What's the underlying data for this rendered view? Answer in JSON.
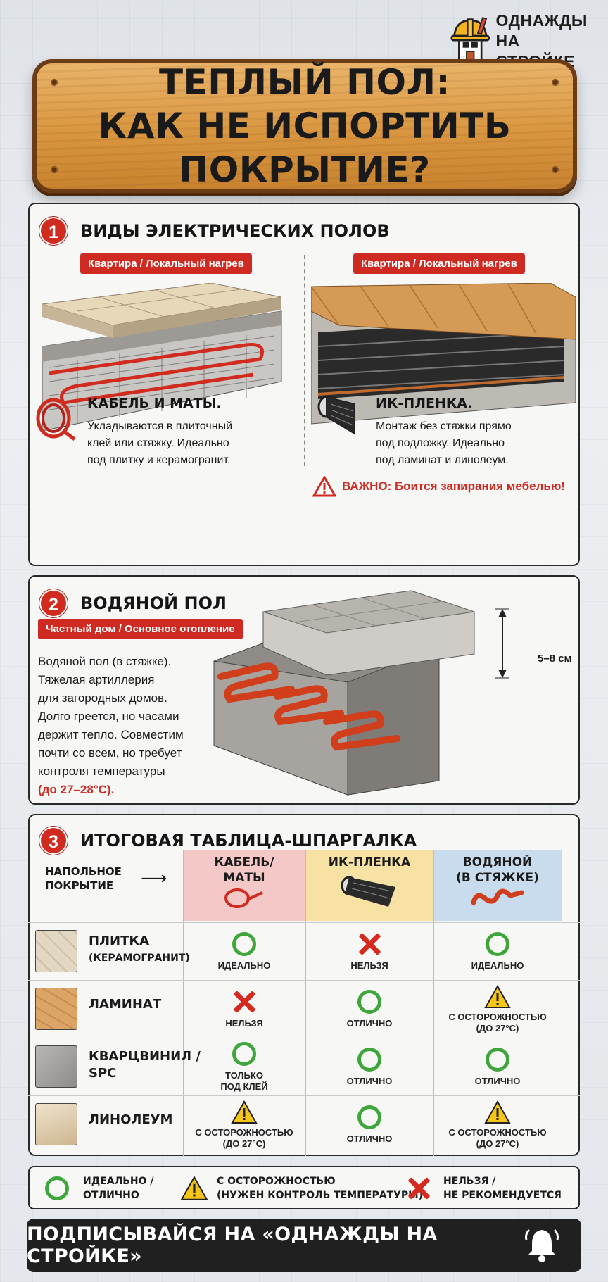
{
  "brand": {
    "line1": "ОДНАЖДЫ",
    "line2": "НА СТРОЙКЕ"
  },
  "header": {
    "title_line1": "ТЕПЛЫЙ ПОЛ:",
    "title_line2": "КАК НЕ ИСПОРТИТЬ ПОКРЫТИЕ?"
  },
  "section1": {
    "number": "1",
    "title": "ВИДЫ ЭЛЕКТРИЧЕСКИХ ПОЛОВ",
    "left": {
      "tag": "Квартира / Локальный нагрев",
      "title": "КАБЕЛЬ И МАТЫ.",
      "text": [
        "Укладываются в плиточный",
        "клей или стяжку. Идеально",
        "под плитку и керамогранит."
      ]
    },
    "right": {
      "tag": "Квартира / Локальный нагрев",
      "title": "ИК-ПЛЕНКА.",
      "text": [
        "Монтаж без стяжки прямо",
        "под подложку. Идеально",
        "под ламинат и линолеум."
      ],
      "warning": "ВАЖНО: Боится запирания мебелью!"
    }
  },
  "section2": {
    "number": "2",
    "title": "ВОДЯНОЙ ПОЛ",
    "tag": "Частный дом / Основное отопление",
    "text": [
      "Водяной пол (в стяжке).",
      "Тяжелая артиллерия",
      "для загородных домов.",
      "Долго греется, но часами",
      "держит тепло. Совместим",
      "почти со всем, но требует",
      "контроля температуры"
    ],
    "text_red": "(до 27–28°С).",
    "dimension": "5–8 см"
  },
  "section3": {
    "number": "3",
    "title": "ИТОГОВАЯ ТАБЛИЦА-ШПАРГАЛКА",
    "corner": [
      "НАПОЛЬНОЕ",
      "ПОКРЫТИЕ"
    ],
    "columns": [
      {
        "line1": "КАБЕЛЬ/",
        "line2": "МАТЫ",
        "color": "#f4c8c6"
      },
      {
        "line1": "ИК-ПЛЕНКА",
        "line2": "",
        "color": "#f7e2a4"
      },
      {
        "line1": "ВОДЯНОЙ",
        "line2": "(В СТЯЖКЕ)",
        "color": "#c9dcee"
      }
    ],
    "rows": [
      {
        "name": "ПЛИТКА",
        "sub": "(КЕРАМОГРАНИТ)",
        "cells": [
          {
            "status": "ok",
            "label": "ИДЕАЛЬНО",
            "label2": ""
          },
          {
            "status": "no",
            "label": "НЕЛЬЗЯ",
            "label2": ""
          },
          {
            "status": "ok",
            "label": "ИДЕАЛЬНО",
            "label2": ""
          }
        ]
      },
      {
        "name": "ЛАМИНАТ",
        "sub": "",
        "cells": [
          {
            "status": "no",
            "label": "НЕЛЬЗЯ",
            "label2": ""
          },
          {
            "status": "ok",
            "label": "ОТЛИЧНО",
            "label2": ""
          },
          {
            "status": "warn",
            "label": "С ОСТОРОЖНОСТЬЮ",
            "label2": "(ДО 27°С)"
          }
        ]
      },
      {
        "name": "КВАРЦВИНИЛ /",
        "sub": "SPC",
        "cells": [
          {
            "status": "ok",
            "label": "ТОЛЬКО",
            "label2": "ПОД КЛЕЙ"
          },
          {
            "status": "ok",
            "label": "ОТЛИЧНО",
            "label2": ""
          },
          {
            "status": "ok",
            "label": "ОТЛИЧНО",
            "label2": ""
          }
        ]
      },
      {
        "name": "ЛИНОЛЕУМ",
        "sub": "",
        "cells": [
          {
            "status": "warn",
            "label": "С ОСТОРОЖНОСТЬЮ",
            "label2": "(ДО 27°С)"
          },
          {
            "status": "ok",
            "label": "ОТЛИЧНО",
            "label2": ""
          },
          {
            "status": "warn",
            "label": "С ОСТОРОЖНОСТЬЮ",
            "label2": "(ДО 27°С)"
          }
        ]
      }
    ]
  },
  "legend": {
    "ok": [
      "ИДЕАЛЬНО /",
      "ОТЛИЧНО"
    ],
    "warn": [
      "С ОСТОРОЖНОСТЬЮ",
      "(НУЖЕН КОНТРОЛЬ ТЕМПЕРАТУРЫ)"
    ],
    "no": [
      "НЕЛЬЗЯ /",
      "НЕ РЕКОМЕНДУЕТСЯ"
    ]
  },
  "footer": {
    "cta": "ПОДПИСЫВАЙСЯ НА «ОДНАЖДЫ НА СТРОЙКЕ»"
  },
  "colors": {
    "accent_red": "#cf2a22",
    "ok_green": "#3ea63a",
    "warn_yellow": "#f5c518",
    "wood": "#d9963f",
    "footer_bg": "#202020"
  },
  "icons": [
    "helmet-logo-icon",
    "cable-coil-icon",
    "film-roll-icon",
    "warning-icon",
    "pipe-icon",
    "bell-icon"
  ]
}
